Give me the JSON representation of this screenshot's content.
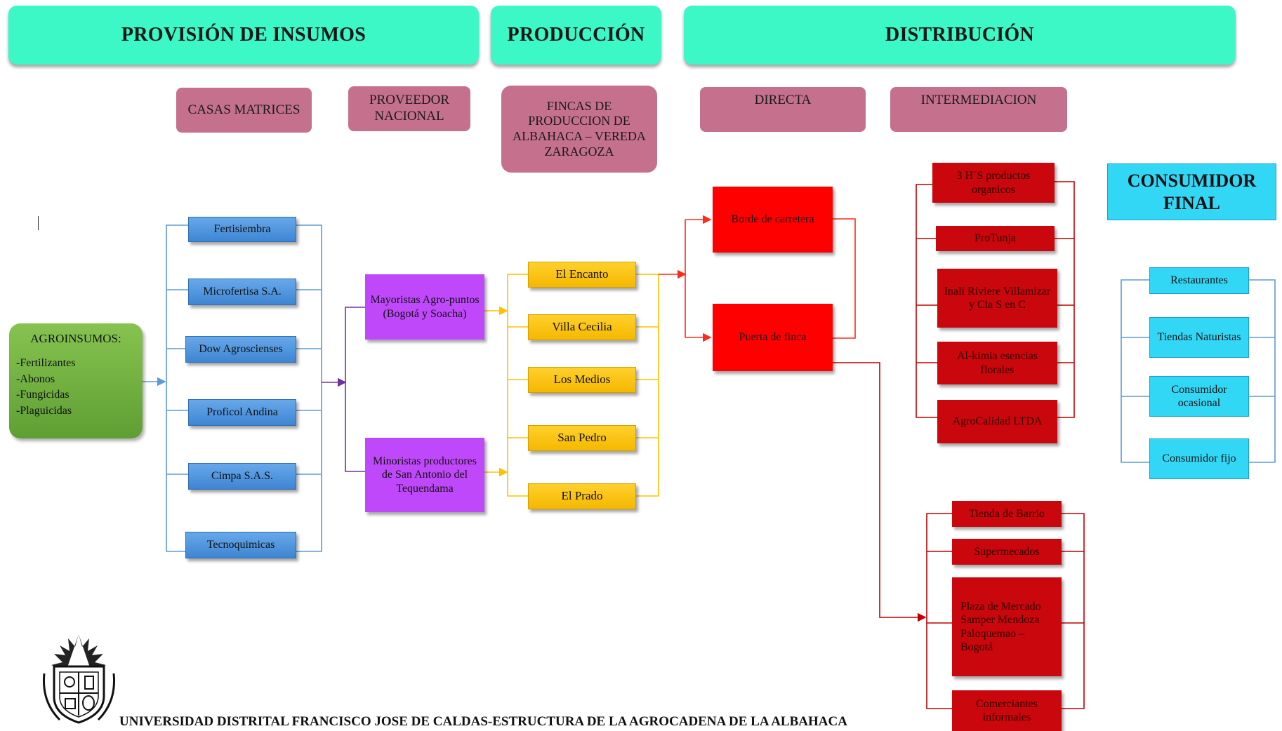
{
  "headers": {
    "provision": "PROVISIÓN DE INSUMOS",
    "produccion": "PRODUCCIÓN",
    "distribucion": "DISTRIBUCIÓN"
  },
  "categories": {
    "casas_matrices": "CASAS MATRICES",
    "proveedor_nacional": "PROVEEDOR NACIONAL",
    "fincas": "FINCAS DE PRODUCCION DE ALBAHACA – VEREDA ZARAGOZA",
    "directa": "DIRECTA",
    "intermediacion": "INTERMEDIACION"
  },
  "agroinsumos": {
    "title": "AGROINSUMOS:",
    "items": [
      "-Fertilizantes",
      "-Abonos",
      "-Fungicidas",
      "-Plaguicidas"
    ]
  },
  "suppliers": [
    "Fertisiembra",
    "Microfertisa S.A.",
    "Dow Agroscienses",
    "Proficol Andina",
    "Cimpa S.A.S.",
    "Tecnoquimicas"
  ],
  "distributors": {
    "mayoristas": "Mayoristas Agro-puntos (Bogotá y Soacha)",
    "minoristas": "Minoristas productores de San Antonio del Tequendama"
  },
  "farms": [
    "El Encanto",
    "Villa Cecilia",
    "Los Medios",
    "San Pedro",
    "El Prado"
  ],
  "direct_channels": [
    "Borde de carretera",
    "Puerta de finca"
  ],
  "intermediaries_top": [
    "3 H´S productos organicos",
    "ProTunja",
    "Inali Riviere Villamizar y Cia S en C",
    "Al-kimia esencias florales",
    "AgroCalidad LTDA"
  ],
  "intermediaries_bottom": [
    "Tienda de Barrio",
    "Supermecados",
    "Plaza de Mercado Samper Mendoza Paloquemao – Bogotá",
    "Comerciantes informales"
  ],
  "consumer": {
    "title": "CONSUMIDOR FINAL",
    "items": [
      "Restaurantes",
      "Tiendas Naturistas",
      "Consumidor ocasional",
      "Consumidor fijo"
    ]
  },
  "footer": "UNIVERSIDAD DISTRITAL FRANCISCO JOSE DE CALDAS-ESTRUCTURA DE LA AGROCADENA DE LA ALBAHACA",
  "colors": {
    "header": "#3cf7c6",
    "category": "#c5708d",
    "green": "#70ad47",
    "blue": "#5b9bd5",
    "purple": "#c048fb",
    "yellow": "#ffc000",
    "red": "#ff0000",
    "dark_red": "#c9070c",
    "cyan": "#33d7f6"
  }
}
